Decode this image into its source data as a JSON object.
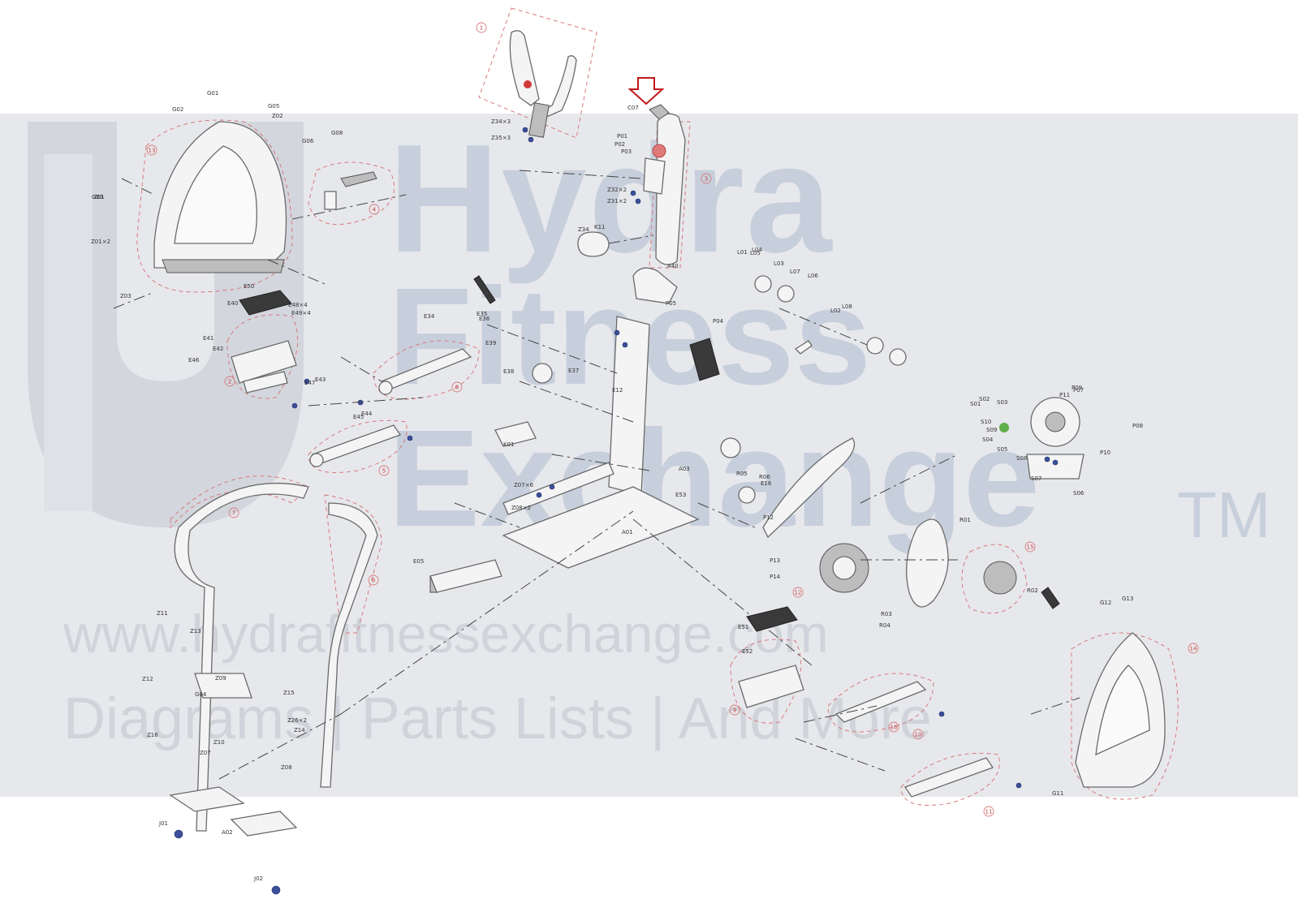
{
  "watermark": {
    "word1": "Hydra",
    "word2": "Fitness",
    "word3": "Exchange",
    "trademark": "TM",
    "url": "www.hydrafitnessexchange.com",
    "tagline": "Diagrams | Parts Lists | And More"
  },
  "colors": {
    "band": "#e7e8ec",
    "watermark": "#c7cfdc",
    "group_outline": "#d77a7a",
    "callout_arrow": "#c01818",
    "fastener": "#3b4f9a",
    "highlight": "#d23a3a",
    "highlight_alt": "#5fb04a"
  },
  "highlighted_part": "C07",
  "group_labels": [
    "1",
    "2",
    "3",
    "4",
    "5",
    "6",
    "7",
    "8",
    "9",
    "10",
    "11",
    "12",
    "13",
    "14",
    "15",
    "16"
  ],
  "part_labels": [
    "C07",
    "P01",
    "P02",
    "P03",
    "Z32×2",
    "Z31×2",
    "Z34",
    "K11",
    "Z34×3",
    "Z35×3",
    "A40",
    "G01",
    "G02",
    "G03",
    "G05",
    "G06",
    "G08",
    "Z01",
    "Z01×2",
    "Z03",
    "Z02",
    "E34",
    "E35",
    "E36",
    "E37",
    "E38",
    "E39",
    "E40",
    "E41",
    "E42",
    "E43",
    "E44",
    "E45",
    "E46",
    "E47",
    "E48×4",
    "E49×4",
    "E50",
    "L01",
    "L02",
    "L03",
    "L04",
    "L05",
    "L06",
    "L07",
    "L08",
    "P04",
    "P05",
    "P07",
    "P08",
    "P09",
    "P10",
    "P11",
    "P12",
    "P13",
    "P14",
    "S01",
    "S02",
    "S03",
    "S04",
    "S05",
    "S06",
    "S07",
    "S08",
    "S09",
    "S10",
    "R01",
    "R02",
    "R03",
    "R04",
    "R05",
    "R06",
    "J01",
    "J02",
    "A01",
    "A02",
    "A03",
    "G04",
    "Z09",
    "Z10",
    "Z11",
    "Z13",
    "Z14",
    "Z15",
    "Z16",
    "Z07×6",
    "Z08×2",
    "Z26×2",
    "Z07",
    "Z08",
    "Z12",
    "E51",
    "E52",
    "E53",
    "E12",
    "E16",
    "K01",
    "G13",
    "G12",
    "G11",
    "E05"
  ]
}
